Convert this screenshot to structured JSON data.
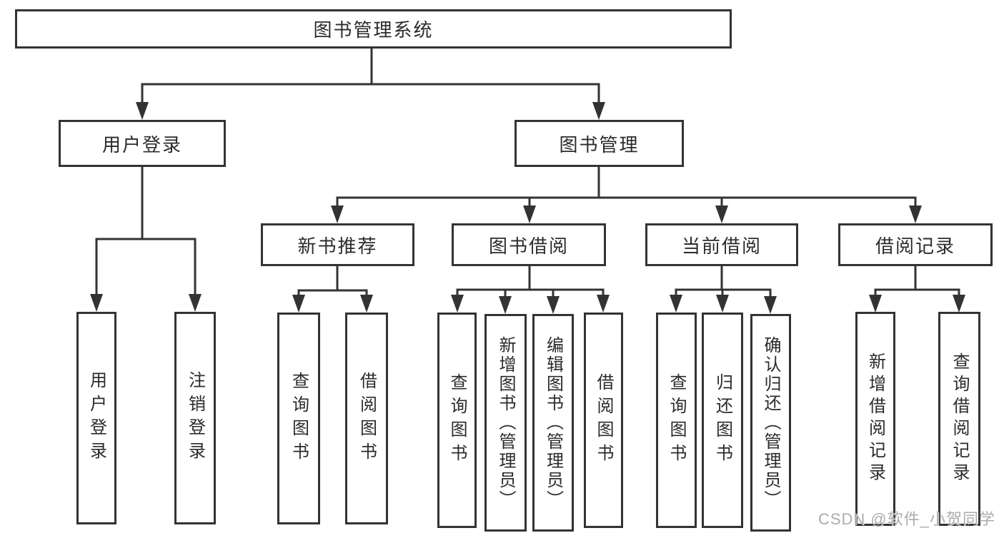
{
  "nodes": {
    "root": "图书管理系统",
    "user_login": "用户登录",
    "book_management": "图书管理",
    "new_book_recommend": "新书推荐",
    "book_borrowing": "图书借阅",
    "current_borrowing": "当前借阅",
    "borrowing_records": "借阅记录"
  },
  "leaves": {
    "user_login": [
      "用户登录",
      "注销登录"
    ],
    "new_book_recommend": [
      "查询图书",
      "借阅图书"
    ],
    "book_borrowing": [
      "查询图书",
      "新增图书（管理员）",
      "编辑图书（管理员）",
      "借阅图书"
    ],
    "current_borrowing": [
      "查询图书",
      "归还图书",
      "确认归还（管理员）"
    ],
    "borrowing_records": [
      "新增借阅记录",
      "查询借阅记录"
    ]
  },
  "watermark": "CSDN @软件_小贺同学",
  "colors": {
    "line": "#333333",
    "text": "#2b2b2b",
    "box_background": "#ffffff",
    "watermark": "#a8a8a8",
    "background": "#ffffff"
  }
}
